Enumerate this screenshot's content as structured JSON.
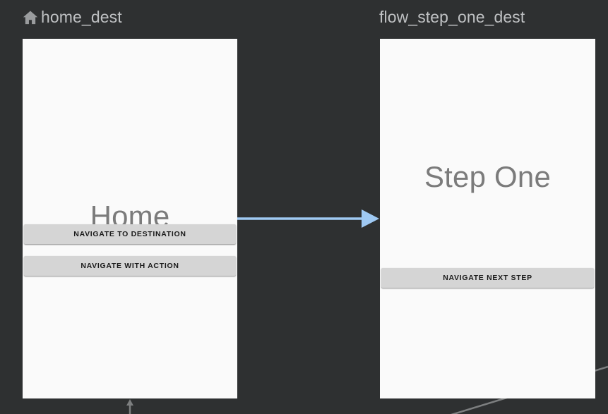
{
  "editor": {
    "background_color": "#2e3031",
    "label_color": "#bfc1c3",
    "frame_background": "#fafafa",
    "title_color": "#7b7b7b",
    "button_color": "#d5d5d5",
    "button_text_color": "#1a1a1a",
    "action_arrow_color": "#9fc9f3",
    "secondary_arrow_color": "#7d7f80"
  },
  "destinations": [
    {
      "id": "home_dest",
      "label": "home_dest",
      "start_icon": "home-icon",
      "is_start_destination": true,
      "screen_title": "Home",
      "buttons": [
        {
          "id": "navigate-to-destination",
          "label": "NAVIGATE TO DESTINATION"
        },
        {
          "id": "navigate-with-action",
          "label": "NAVIGATE WITH ACTION"
        }
      ]
    },
    {
      "id": "flow_step_one_dest",
      "label": "flow_step_one_dest",
      "start_icon": null,
      "is_start_destination": false,
      "screen_title": "Step One",
      "buttons": [
        {
          "id": "navigate-next-step",
          "label": "NAVIGATE NEXT STEP"
        }
      ]
    }
  ],
  "actions": [
    {
      "id": "action-home-to-step-one",
      "from": "home_dest",
      "to": "flow_step_one_dest",
      "color": "#9fc9f3",
      "direction": "right"
    },
    {
      "id": "action-incoming-home",
      "from": "offscreen",
      "to": "home_dest",
      "color": "#7d7f80",
      "direction": "up"
    },
    {
      "id": "action-outgoing-step-one",
      "from": "flow_step_one_dest",
      "to": "offscreen",
      "color": "#7d7f80",
      "direction": "diagonal"
    }
  ]
}
